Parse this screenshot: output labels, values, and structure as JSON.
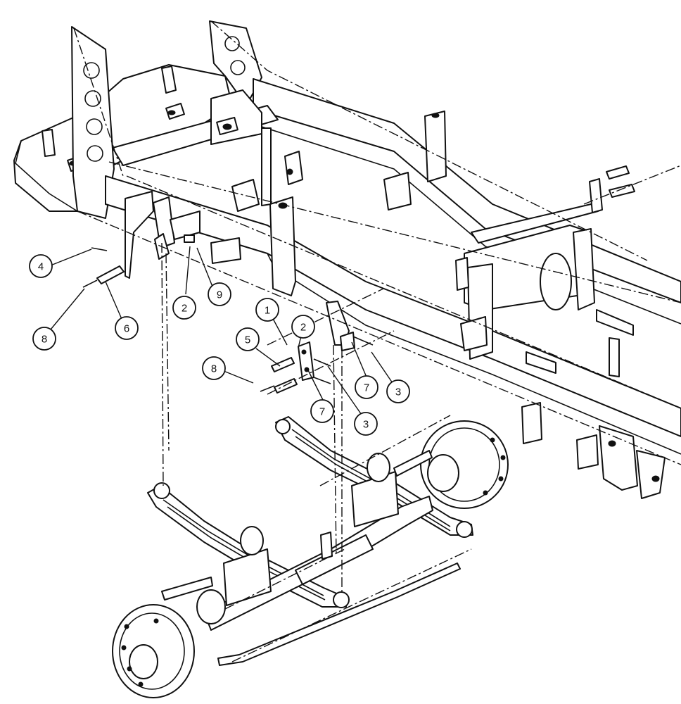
{
  "callouts": [
    {
      "id": "c4a",
      "label": "4"
    },
    {
      "id": "c8a",
      "label": "8"
    },
    {
      "id": "c6",
      "label": "6"
    },
    {
      "id": "c2a",
      "label": "2"
    },
    {
      "id": "c9",
      "label": "9"
    },
    {
      "id": "c1",
      "label": "1"
    },
    {
      "id": "c2b",
      "label": "2"
    },
    {
      "id": "c5",
      "label": "5"
    },
    {
      "id": "c8b",
      "label": "8"
    },
    {
      "id": "c7a",
      "label": "7"
    },
    {
      "id": "c3a",
      "label": "3"
    },
    {
      "id": "c7b",
      "label": "7"
    },
    {
      "id": "c3b",
      "label": "3"
    }
  ]
}
